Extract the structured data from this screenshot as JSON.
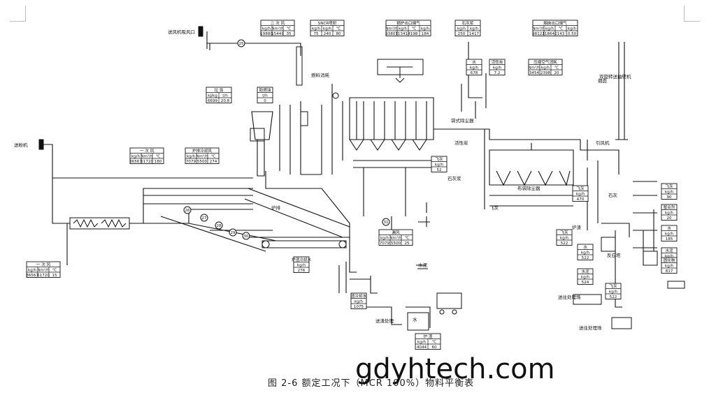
{
  "diagram": {
    "caption": "图 2-6  额定工况下（MCR 100%）物料平衡表",
    "watermark": "gdyhtech.com",
    "labels": {
      "air_intake": "送风机吸风口",
      "oil_intake": "送粉机",
      "flue_gas_left": "燃料消耗",
      "fan_right": "双旋转送抽壁机",
      "dust_collector_in": "袋式除尘器",
      "grate_left": "炉排",
      "ash_to_treat": "送渣处理",
      "cement": "水泥",
      "lime": "石灰",
      "ash_out": "飞灰",
      "slag_out": "炉渣",
      "truck_out": "送往处理场",
      "truck_out2": "送往处理场",
      "id_fan": "引风机",
      "stack": "烟囱",
      "bag_house": "布袋除尘器",
      "scr": "反应塔",
      "activated_carbon": "活性炭",
      "reagent": "石灰浆",
      "water": "水"
    },
    "tables": [
      {
        "id": "t1",
        "title": "一 次 风",
        "cols": [
          "kg/h",
          "Nm³/h",
          "℃"
        ],
        "vals": [
          "86567",
          "51720",
          "180"
        ]
      },
      {
        "id": "t2",
        "title": "二 次 风",
        "cols": [
          "kg/h",
          "Nm³/h",
          "℃"
        ],
        "vals": [
          "19880",
          "15449",
          "35"
        ]
      },
      {
        "id": "t3",
        "title": "SNCR喷射",
        "cols": [
          "kg/h",
          "kg/h",
          "℃"
        ],
        "vals": [
          "75",
          "240",
          "80"
        ]
      },
      {
        "id": "t4",
        "title": "锅炉出口烟气",
        "cols": [
          "Nm³/h",
          "kg/h",
          "℃",
          "kg/h"
        ],
        "vals": [
          "93807",
          "113414",
          "198",
          "184"
        ]
      },
      {
        "id": "t5",
        "title": "石灰浆",
        "cols": [
          "kg/h",
          "kg/h"
        ],
        "vals": [
          "250",
          "1417"
        ]
      },
      {
        "id": "t6",
        "title": "烟囱出口烟气",
        "cols": [
          "Nm³/h",
          "kg/h",
          "℃",
          "kg/h"
        ],
        "vals": [
          "98122",
          "118642",
          "143",
          "0.50"
        ]
      },
      {
        "id": "t7",
        "title": "水",
        "cols": [
          "kg/h"
        ],
        "vals": [
          "678"
        ]
      },
      {
        "id": "t8",
        "title": "活性炭",
        "cols": [
          "kg/h"
        ],
        "vals": [
          "7.2"
        ]
      },
      {
        "id": "t9",
        "title": "压缩空气消耗",
        "cols": [
          "Nm³/h",
          "kg/h",
          "℃"
        ],
        "vals": [
          "3454",
          "2398",
          "20"
        ]
      },
      {
        "id": "t10",
        "title": "垃 圾",
        "cols": [
          "kJ/kg",
          "t/h"
        ],
        "vals": [
          "6699",
          "20.8"
        ]
      },
      {
        "id": "t11",
        "title": "助燃油",
        "cols": [
          "t/h"
        ],
        "vals": [
          "0"
        ]
      },
      {
        "id": "t12",
        "title": "炉排冷却风",
        "cols": [
          "kg/h",
          "Nm³/h",
          "℃"
        ],
        "vals": [
          "7079",
          "5500",
          "274"
        ]
      },
      {
        "id": "t13",
        "title": "飞灰",
        "cols": [
          "kg/h"
        ],
        "vals": [
          "52"
        ]
      },
      {
        "id": "t14",
        "title": "炉渣冷却水",
        "cols": [
          "kg/h"
        ],
        "vals": [
          "276"
        ]
      },
      {
        "id": "t15",
        "title": "漏风",
        "cols": [
          "kg/h",
          "Nm³/h",
          "℃"
        ],
        "vals": [
          "7079",
          "5500",
          "25"
        ]
      },
      {
        "id": "t16",
        "title": "一 次 风",
        "cols": [
          "kg/h",
          "Nm³/h",
          "℃"
        ],
        "vals": [
          "86567",
          "51720",
          "15"
        ]
      },
      {
        "id": "t17",
        "title": "渣冷却水",
        "cols": [
          "kg/h"
        ],
        "vals": [
          "1075"
        ]
      },
      {
        "id": "t18",
        "title": "炉 渣",
        "cols": [
          "kg/h",
          "℃"
        ],
        "vals": [
          "4044",
          "60"
        ]
      },
      {
        "id": "t19",
        "title": "飞灰",
        "cols": [
          "kg/h"
        ],
        "vals": [
          "470"
        ]
      },
      {
        "id": "t20",
        "title": "飞灰",
        "cols": [
          "kg/h"
        ],
        "vals": [
          "522"
        ]
      },
      {
        "id": "t21",
        "title": "水",
        "cols": [
          "kg/h"
        ],
        "vals": [
          "522"
        ]
      },
      {
        "id": "t22",
        "title": "水泥",
        "cols": [
          "kg/h"
        ],
        "vals": [
          "524"
        ]
      },
      {
        "id": "t23",
        "title": "飞灰",
        "cols": [
          "kg/h"
        ],
        "vals": [
          "90"
        ]
      },
      {
        "id": "t24",
        "title": "螯合剂",
        "cols": [
          "kg/h"
        ],
        "vals": [
          "20"
        ]
      },
      {
        "id": "t25",
        "title": "水",
        "cols": [
          "kg/h"
        ],
        "vals": [
          "185"
        ]
      },
      {
        "id": "t26",
        "title": "水泥",
        "cols": [
          "kg/h"
        ],
        "vals": [
          "817"
        ]
      },
      {
        "id": "t27",
        "title": "固化物",
        "cols": [
          "kg/h"
        ],
        "vals": [
          "817"
        ]
      },
      {
        "id": "t28",
        "title": "飞灰",
        "cols": [
          "kg/h"
        ],
        "vals": [
          "522"
        ]
      }
    ],
    "stream_numbers": [
      "25",
      "26",
      "27",
      "28",
      "29",
      "30",
      "31"
    ]
  }
}
